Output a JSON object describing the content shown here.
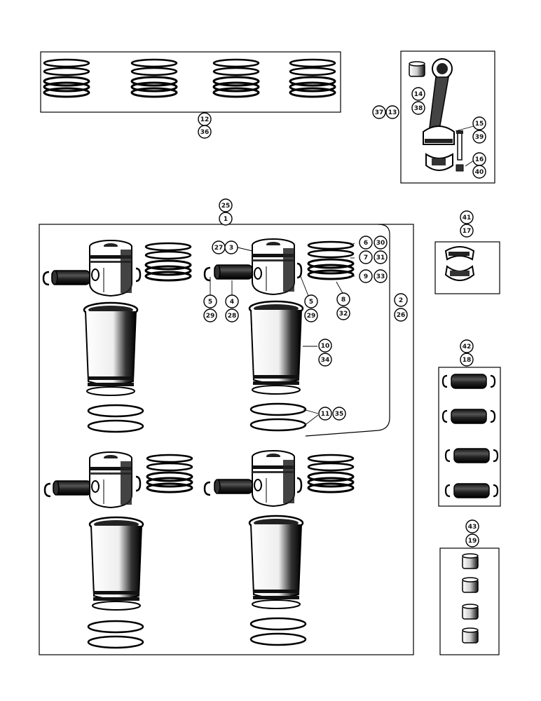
{
  "callouts": [
    {
      "id": "c12",
      "text": "12"
    },
    {
      "id": "c36",
      "text": "36"
    },
    {
      "id": "c37",
      "text": "37"
    },
    {
      "id": "c13",
      "text": "13"
    },
    {
      "id": "c14",
      "text": "14"
    },
    {
      "id": "c38",
      "text": "38"
    },
    {
      "id": "c15",
      "text": "15"
    },
    {
      "id": "c39",
      "text": "39"
    },
    {
      "id": "c16",
      "text": "16"
    },
    {
      "id": "c40",
      "text": "40"
    },
    {
      "id": "c25",
      "text": "25"
    },
    {
      "id": "c1",
      "text": "1"
    },
    {
      "id": "c41",
      "text": "41"
    },
    {
      "id": "c17",
      "text": "17"
    },
    {
      "id": "c27",
      "text": "27"
    },
    {
      "id": "c3",
      "text": "3"
    },
    {
      "id": "c6",
      "text": "6"
    },
    {
      "id": "c30",
      "text": "30"
    },
    {
      "id": "c7",
      "text": "7"
    },
    {
      "id": "c31",
      "text": "31"
    },
    {
      "id": "c9",
      "text": "9"
    },
    {
      "id": "c33",
      "text": "33"
    },
    {
      "id": "c5a",
      "text": "5"
    },
    {
      "id": "c29a",
      "text": "29"
    },
    {
      "id": "c4",
      "text": "4"
    },
    {
      "id": "c28",
      "text": "28"
    },
    {
      "id": "c5b",
      "text": "5"
    },
    {
      "id": "c29b",
      "text": "29"
    },
    {
      "id": "c8",
      "text": "8"
    },
    {
      "id": "c32",
      "text": "32"
    },
    {
      "id": "c2",
      "text": "2"
    },
    {
      "id": "c26",
      "text": "26"
    },
    {
      "id": "c10",
      "text": "10"
    },
    {
      "id": "c34",
      "text": "34"
    },
    {
      "id": "c11",
      "text": "11"
    },
    {
      "id": "c35",
      "text": "35"
    },
    {
      "id": "c42",
      "text": "42"
    },
    {
      "id": "c18",
      "text": "18"
    },
    {
      "id": "c43",
      "text": "43"
    },
    {
      "id": "c19",
      "text": "19"
    }
  ]
}
